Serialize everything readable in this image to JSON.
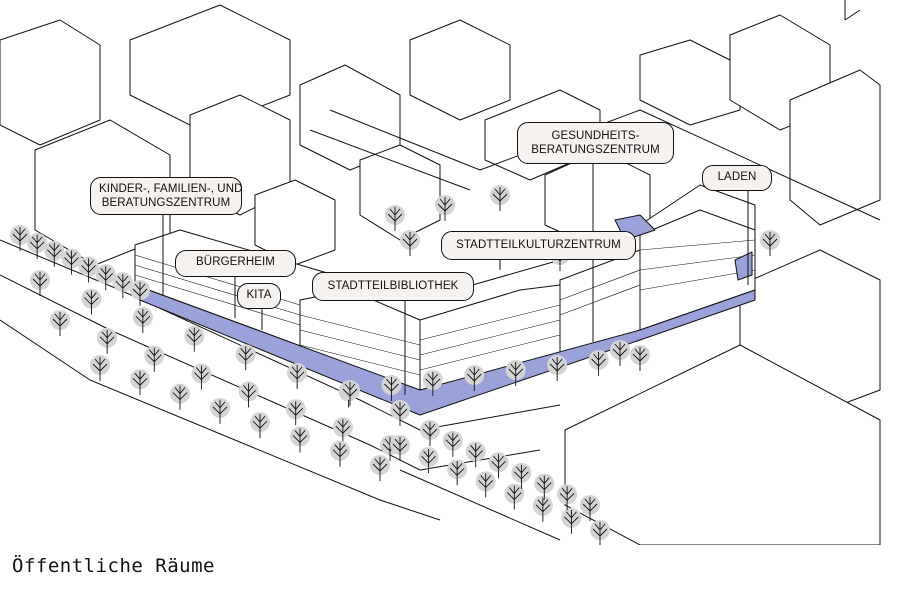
{
  "labels": {
    "kinder": [
      "KINDER-, FAMILIEN-, UND",
      "BERATUNGSZENTRUM"
    ],
    "buergerheim": "BÜRGERHEIM",
    "kita": "KITA",
    "bibliothek": "STADTTEILBIBLIOTHEK",
    "gesundheit": [
      "GESUNDHEITS-",
      "BERATUNGSZENTRUM"
    ],
    "laden": "LADEN",
    "kultur": "STADTTEILKULTURZENTRUM"
  },
  "caption": "Öffentliche Räume",
  "colors": {
    "public_space": "#9ba1d9",
    "label_bg": "#f6f2f0",
    "tree": "#d4d4d4"
  }
}
